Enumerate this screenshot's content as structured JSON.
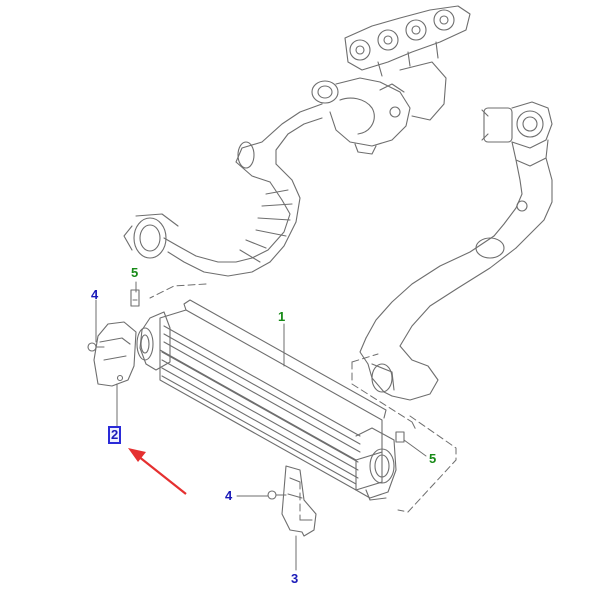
{
  "callouts": {
    "c1": "1",
    "c2": "2",
    "c3": "3",
    "c4_left": "4",
    "c4_bottom": "4",
    "c5_top": "5",
    "c5_right": "5"
  },
  "colors": {
    "line_art": "#6e6e6e",
    "callout_blue": "#1a1ab8",
    "callout_green": "#178a17",
    "pointer_arrow": "#e53030"
  }
}
